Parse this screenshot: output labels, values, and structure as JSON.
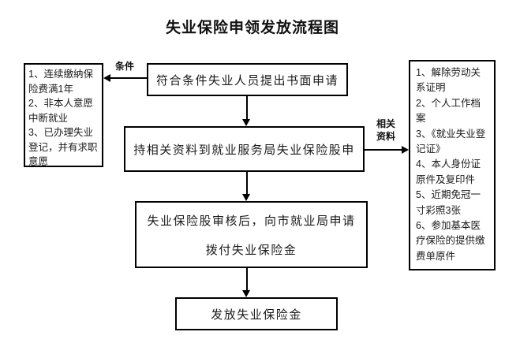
{
  "title": "失业保险申领发放流程图",
  "steps": {
    "apply": "符合条件失业人员提出书面申请",
    "submit": "持相关资料到就业服务局失业保险股申",
    "review_line1": "失业保险股审核后，向市就业局申请",
    "review_line2": "拨付失业保险金",
    "issue": "发放失业保险金"
  },
  "conditions": {
    "label": "条件",
    "items": [
      "1、连续缴纳保险费满1年",
      "2、非本人意愿中断就业",
      "3、已办理失业登记，并有求职意愿"
    ]
  },
  "materials": {
    "label_line1": "相关",
    "label_line2": "资料",
    "items": [
      "1、解除劳动关系证明",
      "2、个人工作档案",
      "3、《就业失业登记证》",
      "4、本人身份证原件及复印件",
      "5、近期免冠一寸彩照3张",
      "6、参加基本医疗保险的提供缴费单原件"
    ]
  },
  "colors": {
    "line": "#000000",
    "background": "#ffffff",
    "text": "#1a1a1a"
  }
}
